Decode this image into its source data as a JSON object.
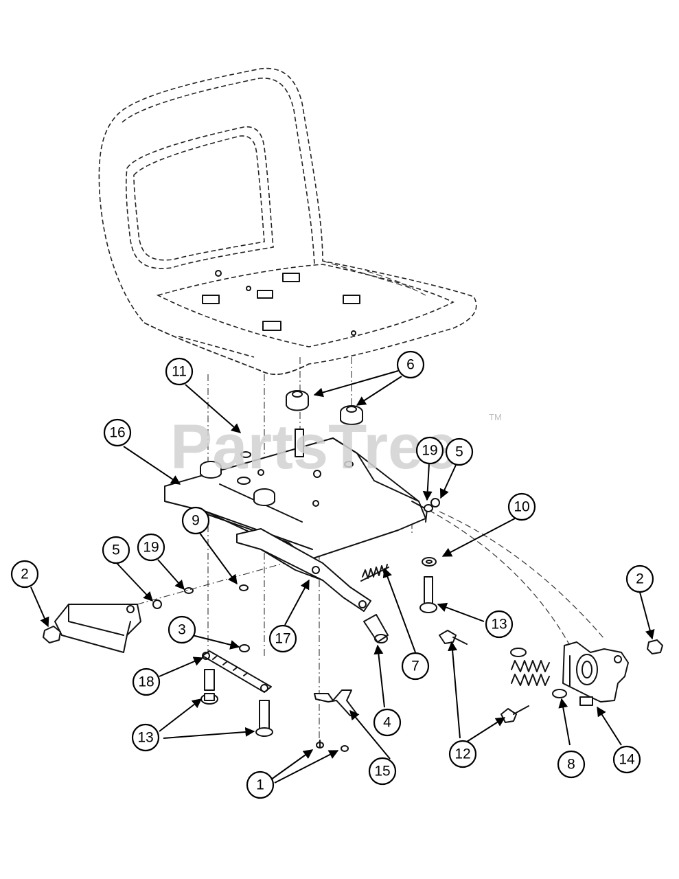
{
  "watermark": {
    "text": "PartsTree",
    "tm": "TM"
  },
  "callouts": {
    "c1": "1",
    "c2a": "2",
    "c2b": "2",
    "c3": "3",
    "c4": "4",
    "c5a": "5",
    "c5b": "5",
    "c6": "6",
    "c7": "7",
    "c8": "8",
    "c9": "9",
    "c10": "10",
    "c11": "11",
    "c12": "12",
    "c13a": "13",
    "c13b": "13",
    "c14": "14",
    "c15": "15",
    "c16": "16",
    "c17": "17",
    "c18": "18",
    "c19a": "19",
    "c19b": "19"
  }
}
